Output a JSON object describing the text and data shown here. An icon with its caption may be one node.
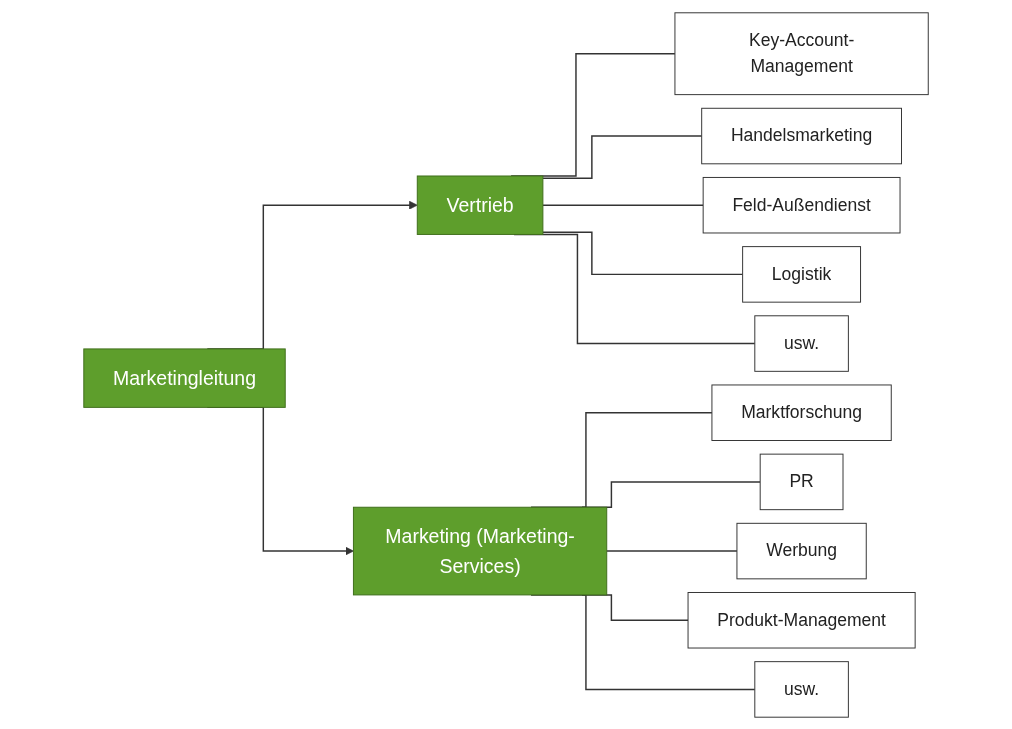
{
  "diagram": {
    "nodes": [
      {
        "text": [
          "Marketingleitung"
        ]
      },
      {
        "text": [
          "Vertrieb"
        ]
      },
      {
        "text": [
          "Marketing (Marketing-Services)"
        ]
      },
      {
        "text": [
          "Key-Account-Management"
        ]
      },
      {
        "text": [
          "Handelsmarketing"
        ]
      },
      {
        "text": [
          "Feld-Außendienst"
        ]
      },
      {
        "text": [
          "Logistik"
        ]
      },
      {
        "text": [
          "usw."
        ]
      },
      {
        "text": [
          "Marktforschung"
        ]
      },
      {
        "text": [
          "PR"
        ]
      },
      {
        "text": [
          "Werbung"
        ]
      },
      {
        "text": [
          "Produkt-Management"
        ]
      },
      {
        "text": [
          "usw."
        ]
      }
    ],
    "edges": [
      {
        "from": 0,
        "to": 1,
        "arrow": "to"
      },
      {
        "from": 0,
        "to": 2,
        "arrow": "to"
      },
      {
        "from": 1,
        "to": 3,
        "arrow": "none"
      },
      {
        "from": 1,
        "to": 4,
        "arrow": "none"
      },
      {
        "from": 1,
        "to": 5,
        "arrow": "none"
      },
      {
        "from": 1,
        "to": 6,
        "arrow": "none"
      },
      {
        "from": 1,
        "to": 7,
        "arrow": "none"
      },
      {
        "from": 2,
        "to": 8,
        "arrow": "none"
      },
      {
        "from": 2,
        "to": 9,
        "arrow": "none"
      },
      {
        "from": 2,
        "to": 10,
        "arrow": "none"
      },
      {
        "from": 2,
        "to": 11,
        "arrow": "none"
      },
      {
        "from": 2,
        "to": 12,
        "arrow": "none"
      }
    ]
  }
}
